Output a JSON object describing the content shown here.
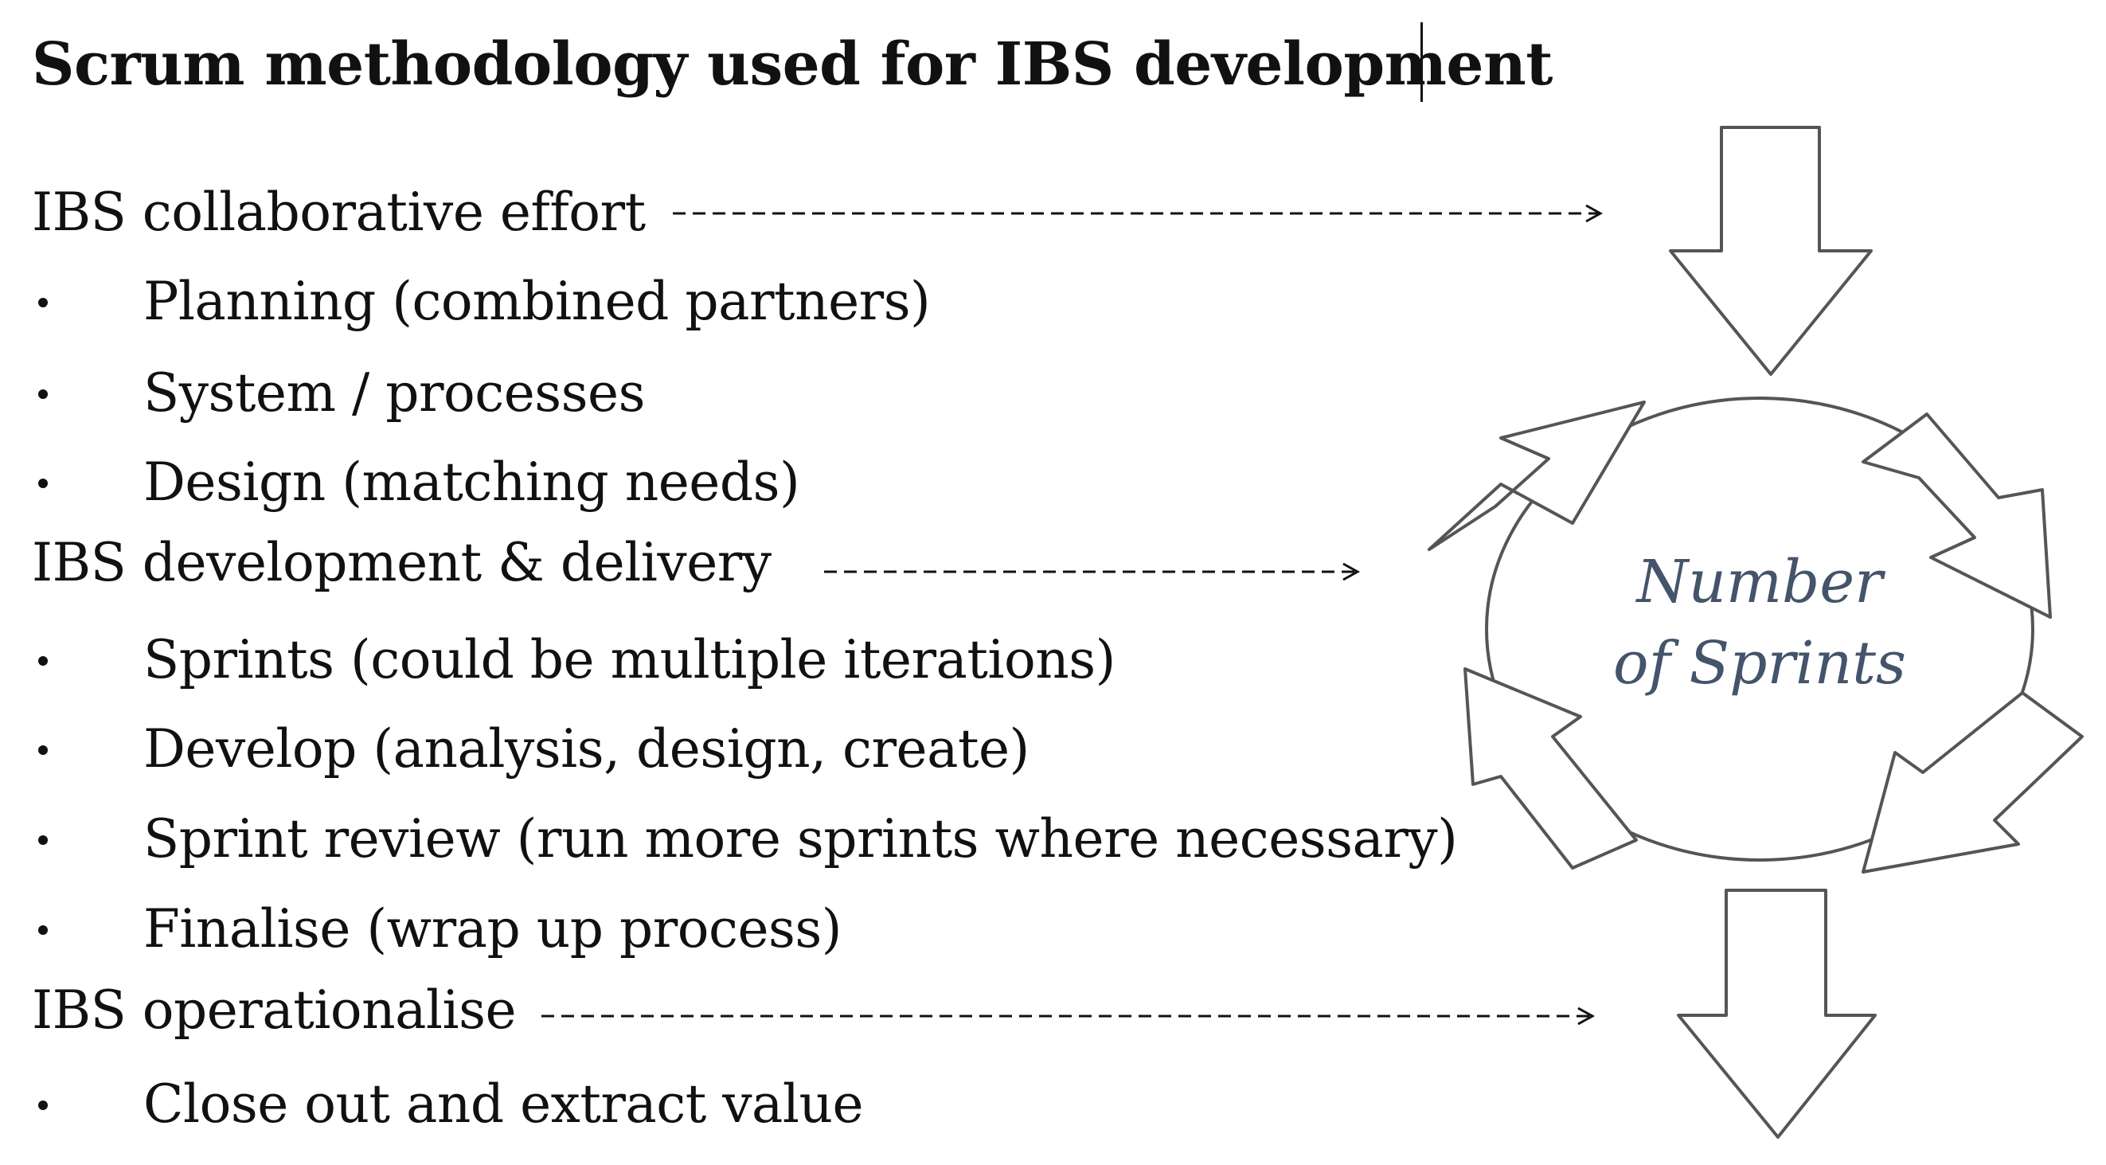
{
  "title": "Scrum methodology used for IBS development",
  "phases": [
    {
      "label": "IBS collaborative effort",
      "items": [
        "Planning (combined partners)",
        "System / processes",
        "Design (matching needs)"
      ]
    },
    {
      "label": "IBS development & delivery",
      "items": [
        "Sprints (could be multiple iterations)",
        "Develop (analysis, design, create)",
        "Sprint review (run more sprints where necessary)",
        "Finalise (wrap up process)"
      ]
    },
    {
      "label": "IBS operationalise",
      "items": [
        "Close out and extract value"
      ]
    }
  ],
  "cycle": {
    "label_line1": "Number",
    "label_line2": "of Sprints"
  },
  "colors": {
    "text": "#111111",
    "cycle_label": "#44546a",
    "shape_stroke": "#555555"
  }
}
